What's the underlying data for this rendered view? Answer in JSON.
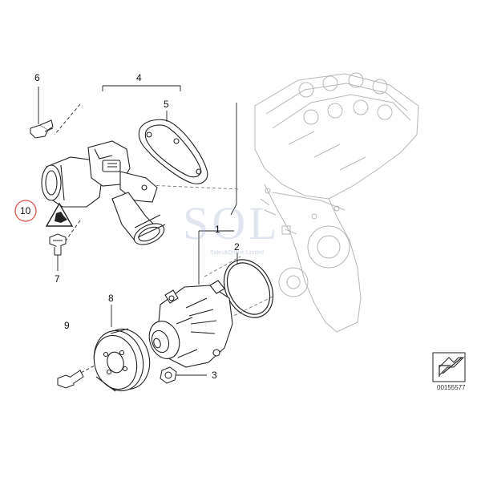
{
  "callouts": {
    "c1": "1",
    "c2": "2",
    "c3": "3",
    "c4": "4",
    "c5": "5",
    "c6": "6",
    "c7": "7",
    "c8": "8",
    "c9": "9",
    "c10": "10"
  },
  "catalog_number": "00155577",
  "watermark": {
    "main": "SOL",
    "sub": "Sales&Online Limited"
  },
  "colors": {
    "line": "#222222",
    "engine_line": "#b0b0b0",
    "highlight_circle": "#d9534f",
    "watermark": "#9aa8c8"
  },
  "icons": {
    "warning": "triangle-hand-warning-icon",
    "nav": "direction-arrow-icon"
  }
}
